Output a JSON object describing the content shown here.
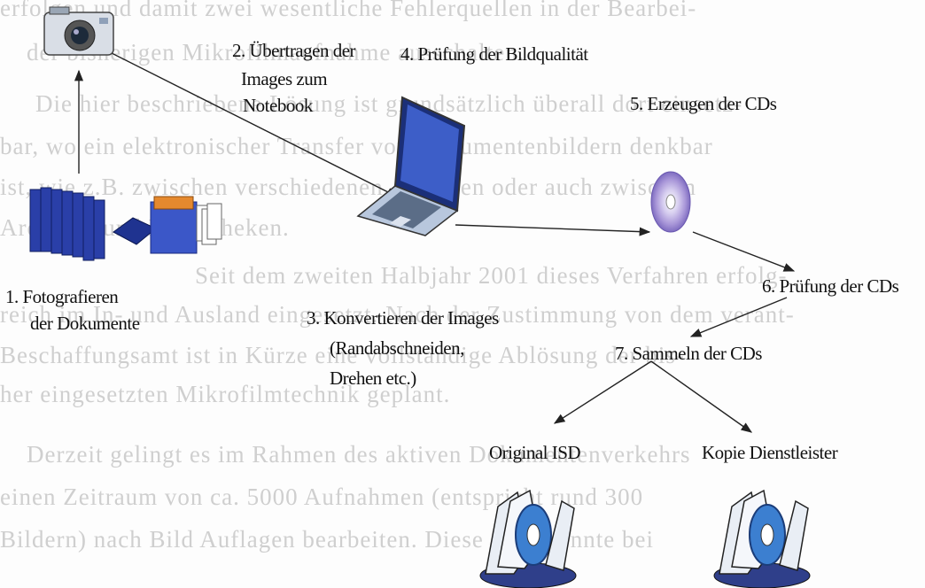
{
  "background_text": [
    "erfolgen und damit zwei wesentliche Fehlerquellen in der Bearbei-",
    "der bisherigen Mikrofilmaufnahme ausschalten.",
    "Die hier beschriebene Lösung ist grundsätzlich überall dort einsetz-",
    "bar, wo ein elektronischer Transfer von Dokumentenbildern denkbar",
    "ist, wie z.B. zwischen verschiedenen Archiven oder auch zwischen",
    "Archiven und Bibliotheken.",
    "Seit dem zweiten Halbjahr 2001 dieses Verfahren erfolg-",
    "reich im In- und Ausland eingesetzt. Nach der Zustimmung von dem verant-",
    "Beschaffungsamt ist in Kürze eine vollständige Ablösung der bis-",
    "her eingesetzten Mikrofilmtechnik geplant.",
    "Derzeit gelingt es im Rahmen des aktiven Dokumentenverkehrs",
    "einen Zeitraum von ca. 5000 Aufnahmen (entspricht rund 300",
    "Bildern) nach Bild Auflagen bearbeiten. Diese Zahl könnte bei"
  ],
  "steps": {
    "s1_line1": "1. Fotografieren",
    "s1_line2": "der Dokumente",
    "s2_line1": "2. Übertragen der",
    "s2_line2": "Images zum",
    "s2_line3": "Notebook",
    "s3_line1": "3. Konvertieren der Images",
    "s3_line2": "(Randabschneiden,",
    "s3_line3": "Drehen etc.)",
    "s4": "4. Prüfung der Bildqualität",
    "s5": "5. Erzeugen der CDs",
    "s6": "6. Prüfung der CDs",
    "s7": "7. Sammeln der CDs",
    "original": "Original ISD",
    "copy": "Kopie Dienstleister"
  },
  "icons": [
    "camera-icon",
    "document-stacks-icon",
    "laptop-icon",
    "cd-icon",
    "cd-holder-icon"
  ]
}
